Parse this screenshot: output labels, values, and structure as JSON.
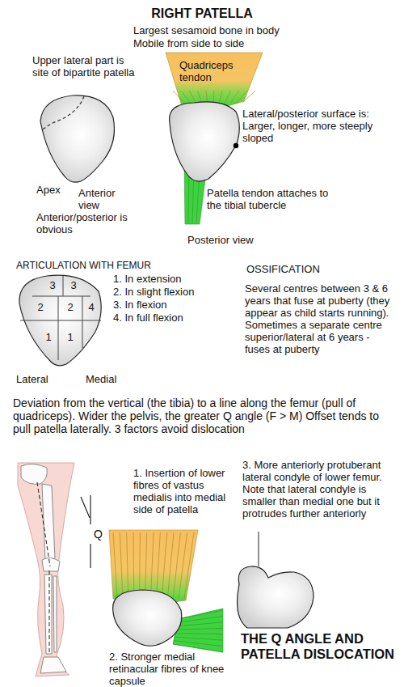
{
  "diagram": {
    "title": "RIGHT PATELLA",
    "labels": [
      "Largest sesamoid bone in body",
      "Mobile from side to side",
      "Upper lateral part is site of bipartite patella",
      "Quadriceps tendon",
      "Lateral/posterior surface is: Larger, longer, more steeply sloped",
      "Apex",
      "Anterior view",
      "Patella tendon attaches to the tibial tubercle",
      "Anterior/posterior is obvious",
      "Posterior view",
      "OSSIFICATION",
      "ARTICULATION WITH FEMUR",
      "3",
      "3",
      "2",
      "2",
      "4",
      "1",
      "1",
      "1. In extension",
      "2. In slight flexion",
      "3. In flexion",
      "4. In full flexion",
      "Several centres between 3 & 6 years that fuse at puberty (they appear as child starts running). Sometimes a separate centre superior/lateral at 6 years - fuses at puberty",
      "Lateral",
      "Medial",
      "Deviation from the vertical (the tibia) to a line along the femur (pull of quadriceps). Wider the pelvis, the greater Q angle (F > M) Offset tends to pull patella laterally. 3 factors avoid dislocation",
      "1. Insertion of lower fibres of vastus medialis into medial side of patella",
      "3. More anteriorly protuberant lateral condyle of lower femur. Note that lateral condyle is smaller than medial one but it protrudes further anteriorly",
      "Q",
      "2. Stronger medial retinacular fibres of knee capsule",
      "THE Q ANGLE AND PATELLA DISLOCATION"
    ]
  }
}
